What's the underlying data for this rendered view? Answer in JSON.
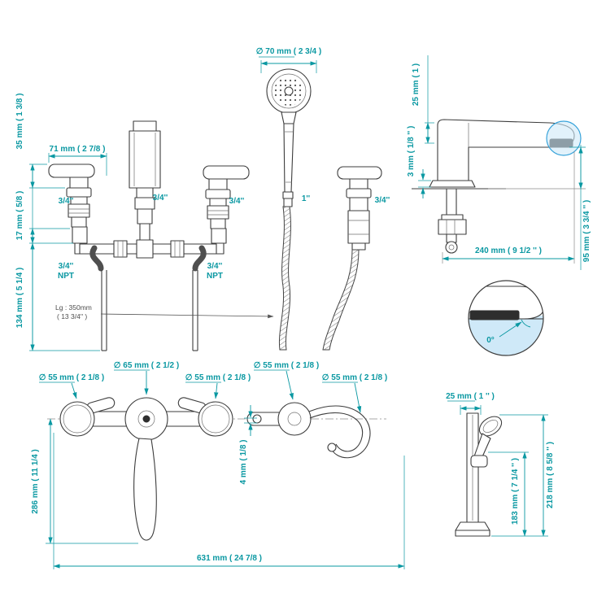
{
  "colors": {
    "dimension_text": "#0a98a2",
    "drawing_line": "#3c3c3c",
    "highlight_fill": "#cfe9f8",
    "highlight_stroke": "#38a3da"
  },
  "front_view": {
    "dim_35": "35 mm ( 1 3/8 )",
    "dim_71": "71 mm ( 2 7/8 )",
    "dim_17": "17 mm ( 5/8 )",
    "dim_134": "134 mm ( 5 1/4 )",
    "port_left": "3/4''",
    "port_center": "3/4''",
    "port_right": "3/4''",
    "port_hose": "1''",
    "port_elbow": "3/4''",
    "npt_left_size": "3/4''",
    "npt_left_label": "NPT",
    "npt_right_size": "3/4''",
    "npt_right_label": "NPT",
    "hose_note_1": "Lg : 350mm",
    "hose_note_2": "( 13 3/4'' )"
  },
  "hand_shower": {
    "dim_diameter": "∅ 70 mm ( 2 3/4 )"
  },
  "spout_view": {
    "dim_height": "25 mm ( 1 )",
    "dim_lip": "3 mm ( 1/8 '' )",
    "dim_clearance": "95 mm ( 3 3/4 '' )",
    "dim_reach": "240 mm ( 9 1/2 '' )",
    "detail_angle": "0°"
  },
  "plan_view": {
    "dia_left_valve": "∅ 55 mm ( 2 1/8 )",
    "dia_spout": "∅ 65 mm ( 2 1/2 )",
    "dia_right_valve": "∅ 55 mm ( 2 1/8 )",
    "dia_holder": "∅ 55 mm ( 2 1/8 )",
    "dia_hose_outlet": "∅ 55 mm ( 2 1/8 )",
    "dim_handle_reach": "286 mm ( 11 1/4 )",
    "dim_offset": "4 mm ( 1/8 )",
    "dim_overall": "631 mm ( 24 7/8 )"
  },
  "holder_view": {
    "dim_depth": "25 mm ( 1 '' )",
    "dim_mid_height": "183 mm ( 7 1/4 '' )",
    "dim_total_height": "218 mm ( 8 5/8 '' )"
  }
}
